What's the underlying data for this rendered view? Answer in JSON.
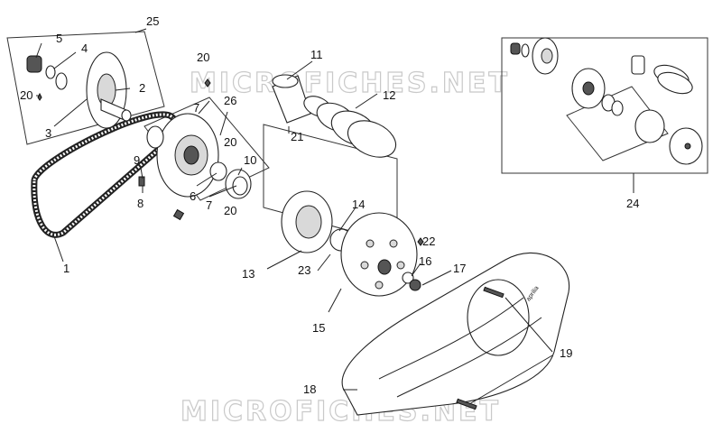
{
  "watermark": "MICROFICHES.NET",
  "brand_mark": "aprilia",
  "callouts": {
    "n1": "1",
    "n2": "2",
    "n3": "3",
    "n4": "4",
    "n5": "5",
    "n6": "6",
    "n7a": "7",
    "n7b": "7",
    "n8": "8",
    "n9": "9",
    "n10": "10",
    "n11": "11",
    "n12": "12",
    "n13": "13",
    "n14": "14",
    "n15": "15",
    "n16": "16",
    "n17": "17",
    "n18": "18",
    "n19": "19",
    "n20a": "20",
    "n20b": "20",
    "n20c": "20",
    "n20d": "20",
    "n21": "21",
    "n22": "22",
    "n23": "23",
    "n24": "24",
    "n25": "25",
    "n26": "26"
  }
}
